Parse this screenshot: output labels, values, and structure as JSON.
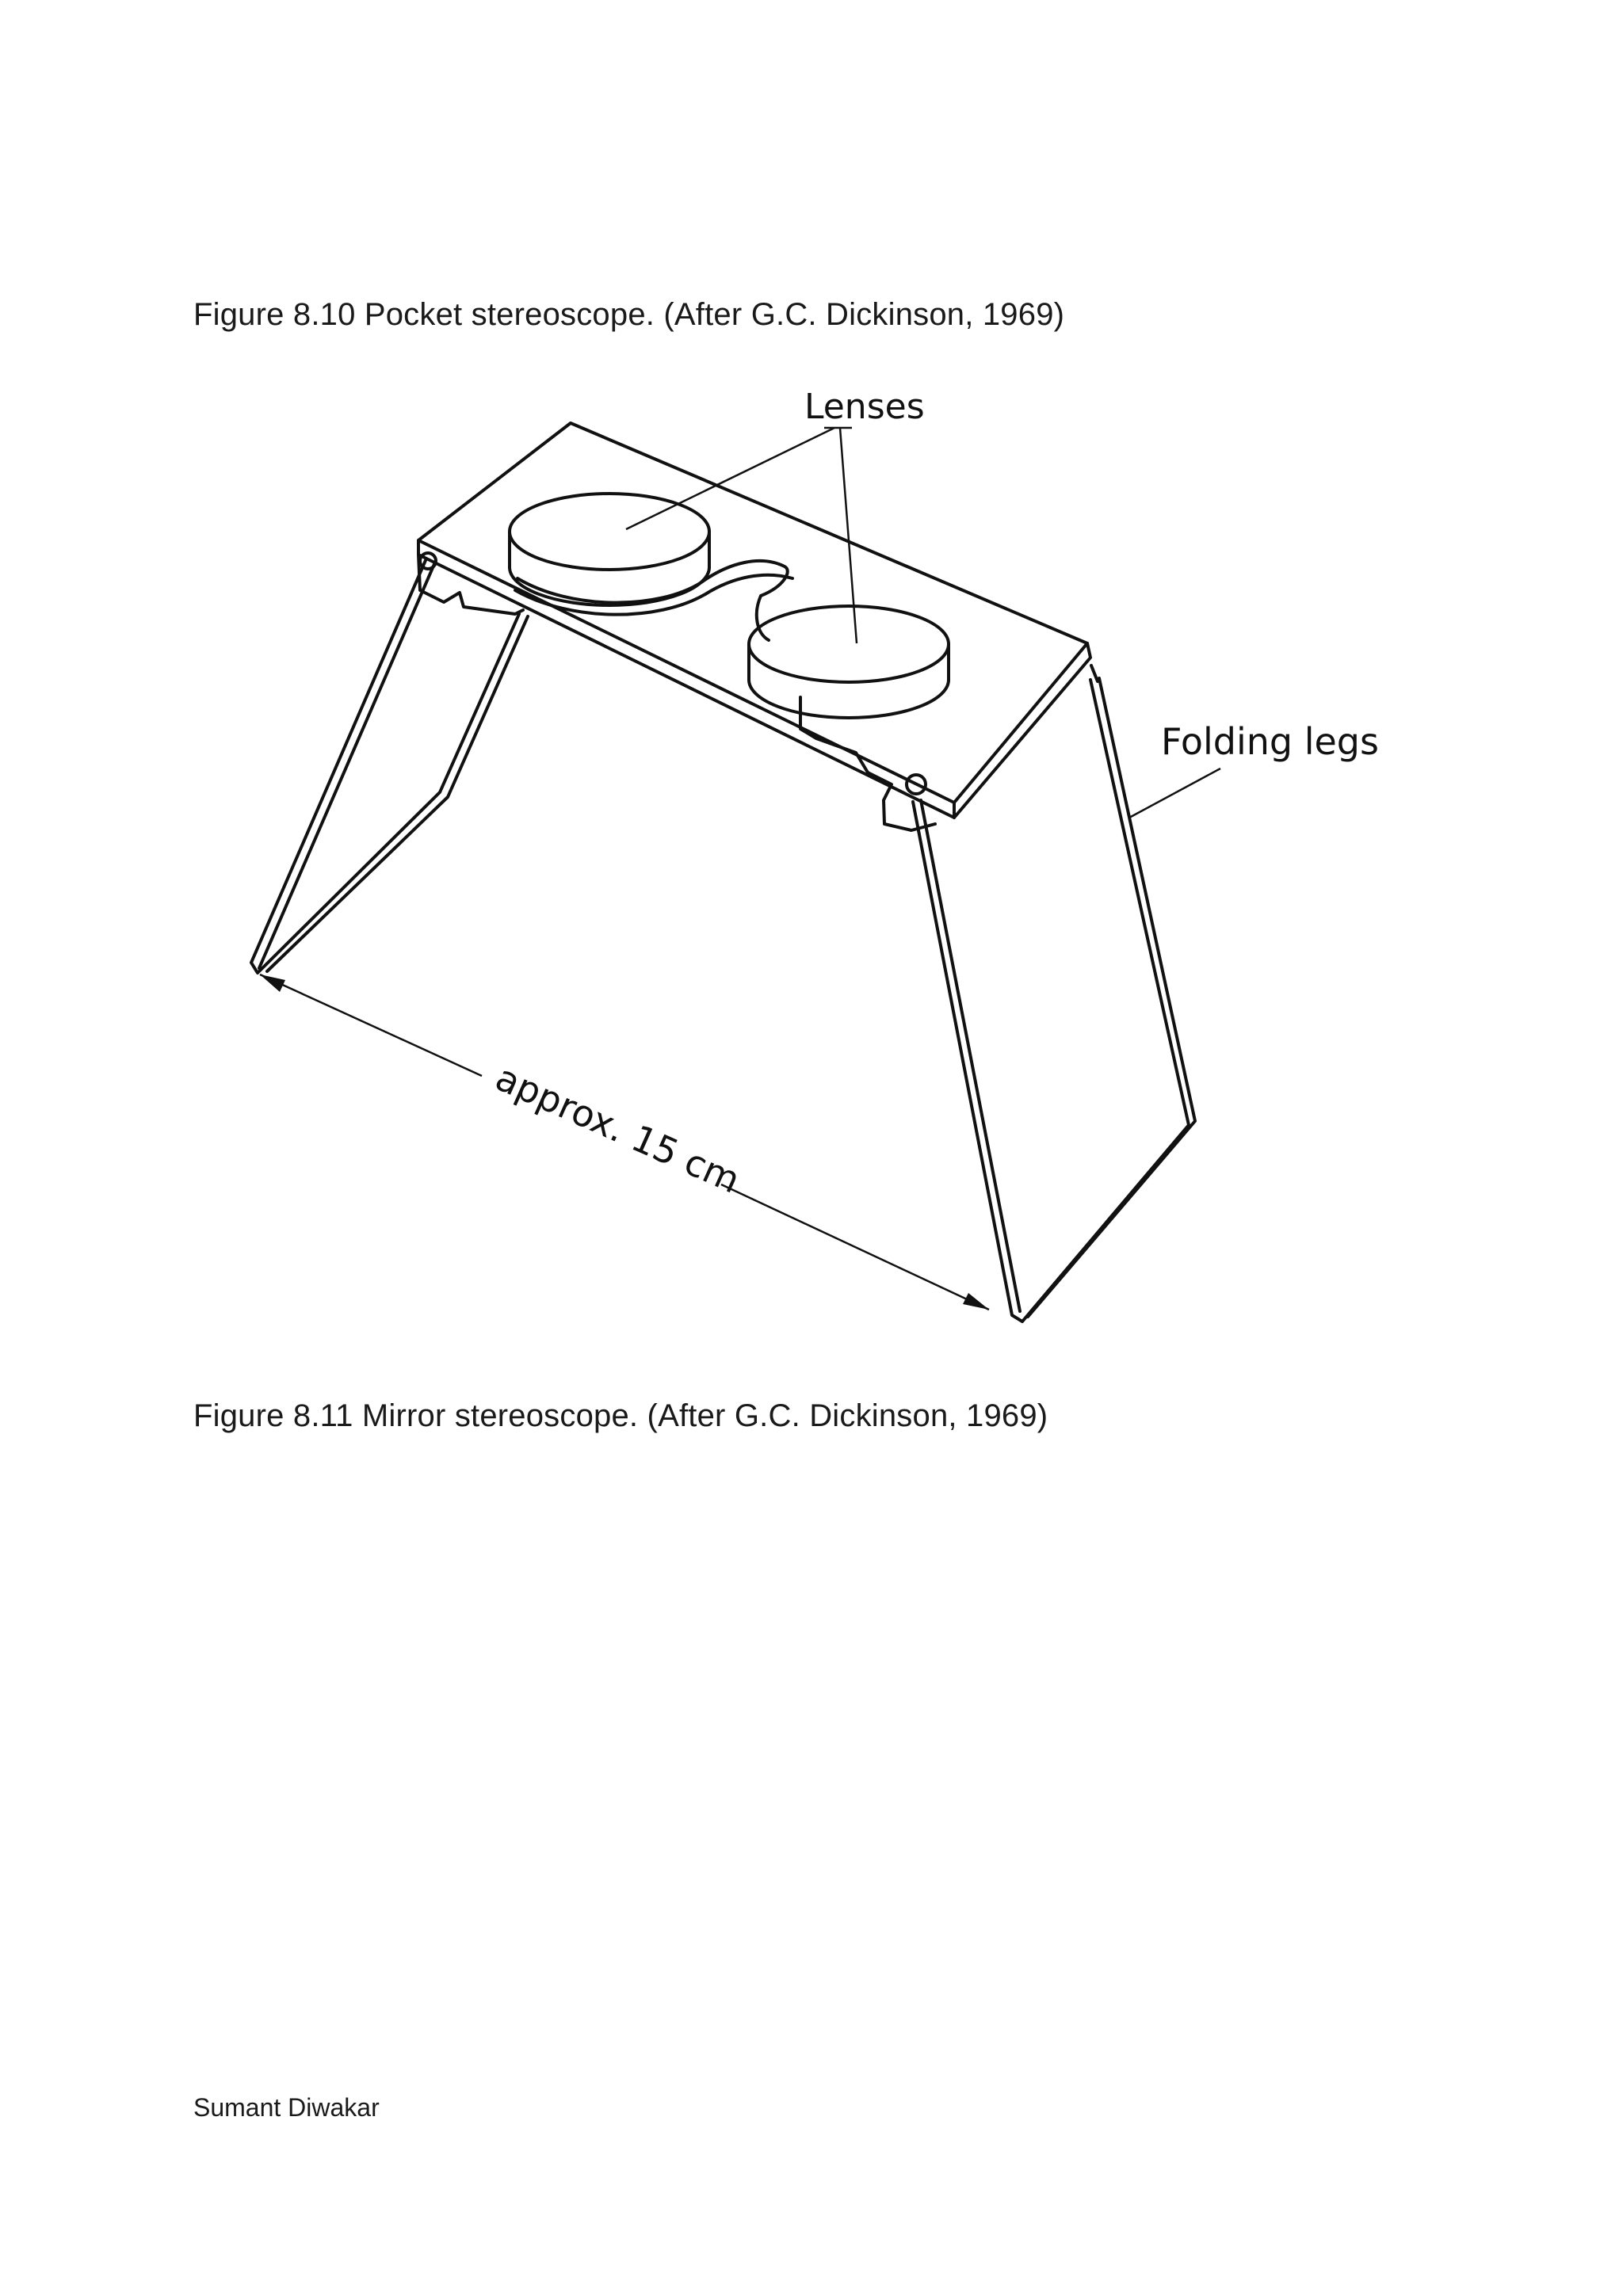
{
  "captions": {
    "top": "Figure 8.10  Pocket stereoscope. (After G.C. Dickinson, 1969)",
    "bottom": "Figure 8.11  Mirror stereoscope. (After G.C. Dickinson, 1969)"
  },
  "figure": {
    "labels": {
      "lenses": "Lenses",
      "folding_legs": "Folding legs",
      "dimension": "approx. 15 cm"
    }
  },
  "footer": {
    "author": "Sumant Diwakar"
  }
}
